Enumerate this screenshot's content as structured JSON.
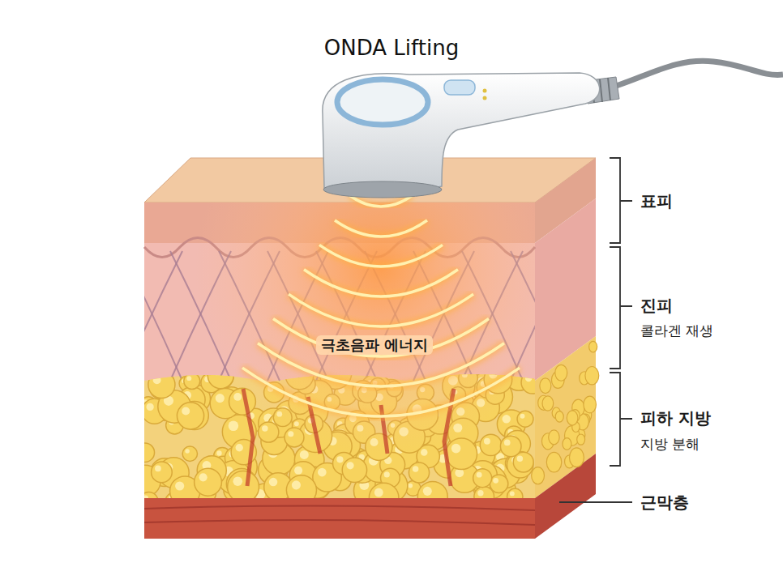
{
  "diagram": {
    "title": "ONDA Lifting",
    "labels": [
      "표피",
      "진피",
      "콜라겐 재생",
      "피하 지방",
      "지방 분해",
      "근막층",
      "극초음파 에너지"
    ]
  }
}
